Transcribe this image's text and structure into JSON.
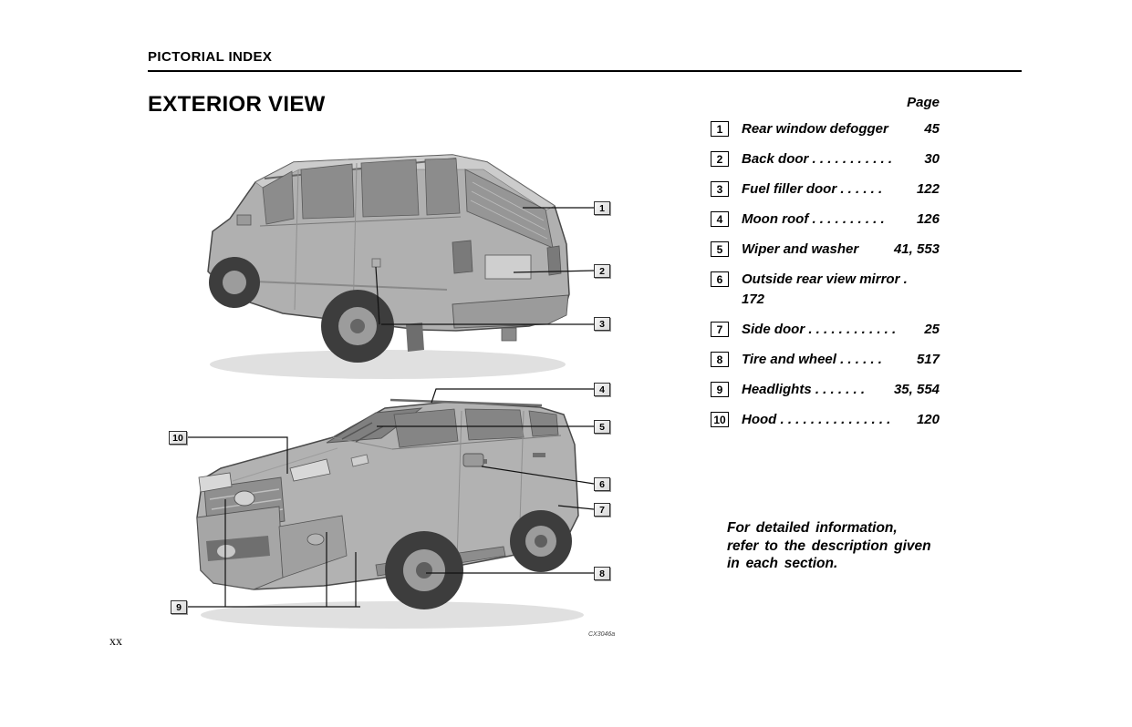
{
  "page": {
    "header": "PICTORIAL INDEX",
    "title": "EXTERIOR VIEW",
    "page_column_label": "Page",
    "note": "For detailed information,\nrefer to the description given\nin each section.",
    "footer_page_number": "xx",
    "illustration_code": "CX3046a"
  },
  "index_items": [
    {
      "num": "1",
      "label": "Rear window defogger",
      "page": "45"
    },
    {
      "num": "2",
      "label": "Back door . . . . . . . . . . .",
      "page": "30"
    },
    {
      "num": "3",
      "label": "Fuel filler door . . . . . .",
      "page": "122"
    },
    {
      "num": "4",
      "label": "Moon roof . . . . . . . . . .",
      "page": "126"
    },
    {
      "num": "5",
      "label": "Wiper and washer",
      "page": "41, 553"
    },
    {
      "num": "6",
      "label": "Outside rear view mirror .",
      "page": "172"
    },
    {
      "num": "7",
      "label": "Side door . . . . . . . . . . . .",
      "page": "25"
    },
    {
      "num": "8",
      "label": "Tire and wheel . . . . . .",
      "page": "517"
    },
    {
      "num": "9",
      "label": "Headlights . . . . . . .",
      "page": "35, 554"
    },
    {
      "num": "10",
      "label": "Hood . . . . . . . . . . . . . . .",
      "page": "120"
    }
  ]
}
